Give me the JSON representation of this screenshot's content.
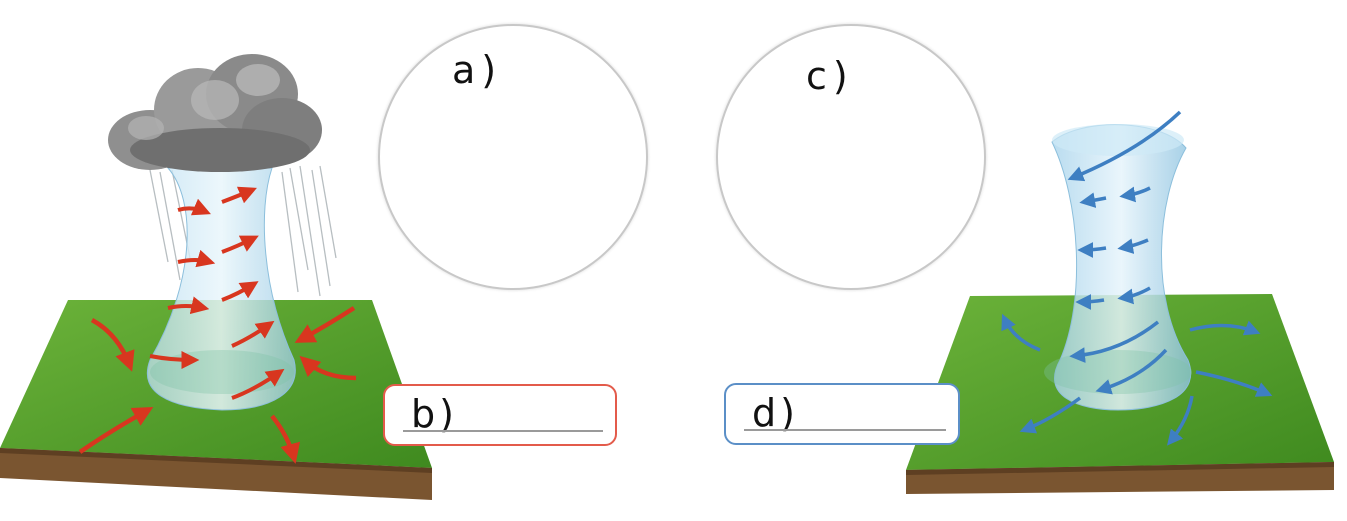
{
  "labels": {
    "a": "a)",
    "b": "b)",
    "c": "c)",
    "d": "d)"
  },
  "colors": {
    "convergence_arrows": "#d8361f",
    "divergence_arrows": "#3e7fc2",
    "box_b_border": "#e35b4b",
    "box_d_border": "#5b8fc7",
    "grass": "#4f9a2a",
    "soil": "#7a5530",
    "cloud": "#8d8d8d"
  }
}
